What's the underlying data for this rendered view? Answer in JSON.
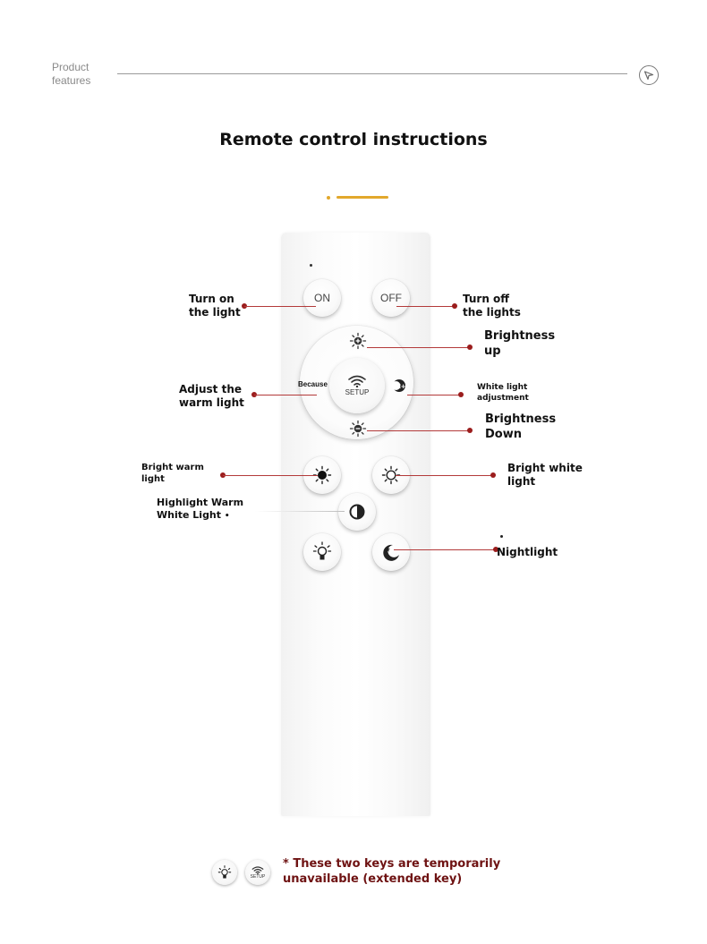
{
  "header": {
    "label_line1": "Product",
    "label_line2": "features"
  },
  "title": "Remote control instructions",
  "remote": {
    "on_key": "ON",
    "off_key": "OFF",
    "setup_key": "SETUP",
    "dpad_left_text": "Because"
  },
  "labels": {
    "turn_on_1": "Turn on",
    "turn_on_2": "the light",
    "turn_off_1": "Turn off",
    "turn_off_2": "the lights",
    "brightness_up_1": "Brightness",
    "brightness_up_2": "up",
    "warm_1": "Adjust the",
    "warm_2": "warm light",
    "white_adj_1": "White light",
    "white_adj_2": "adjustment",
    "brightness_down_1": "Brightness",
    "brightness_down_2": "Down",
    "bright_warm_1": "Bright warm",
    "bright_warm_2": "light",
    "bright_white_1": "Bright white",
    "bright_white_2": "light",
    "highlight_1": "Highlight Warm",
    "highlight_2": "White Light",
    "nightlight": "Nightlight"
  },
  "note": {
    "line1": "* These two keys are temporarily",
    "line2": "unavailable (extended key)",
    "mini_setup": "SETUP"
  },
  "colors": {
    "accent": "#e2a82c",
    "pointer": "#9b1d1d",
    "note_text": "#6e1212"
  },
  "icons": [
    "navigation-arrow-icon",
    "brightness-up-icon",
    "brightness-down-icon",
    "wifi-icon",
    "white-light-k-icon",
    "sun-filled-icon",
    "sun-outline-icon",
    "half-circle-icon",
    "lightbulb-icon",
    "moon-star-icon"
  ]
}
